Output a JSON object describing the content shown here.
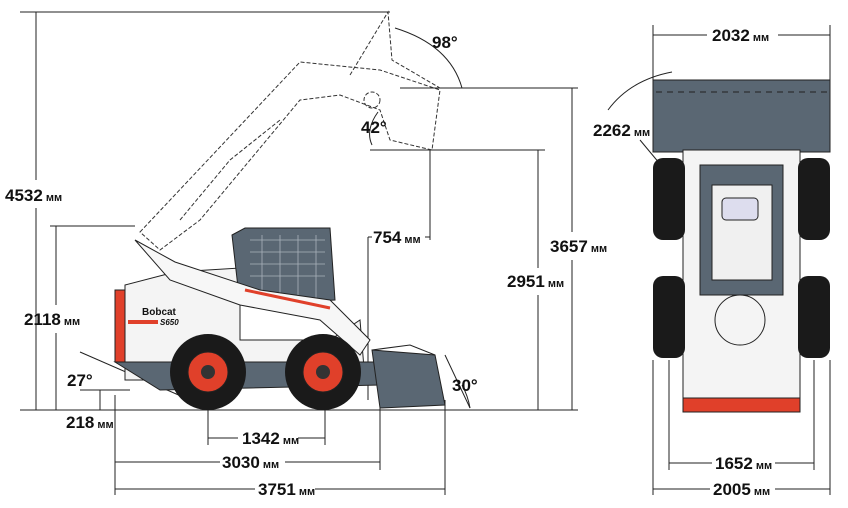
{
  "unit": "мм",
  "machine": {
    "brand": "Bobcat",
    "model": "S650"
  },
  "side_view": {
    "overall_height_raised": "4532",
    "height_to_cab_top": "2118",
    "departure_angle": "27°",
    "ground_clearance": "218",
    "wheelbase": "1342",
    "length_without_bucket": "3030",
    "length_with_bucket": "3751",
    "bucket_rollback_angle": "30°",
    "dump_reach": "754",
    "dump_height": "2951",
    "hinge_pin_height": "3657",
    "dump_angle": "42°",
    "max_rollback_raised": "98°"
  },
  "top_view": {
    "bucket_width": "2032",
    "turning_radius": "2262",
    "track_width": "1652",
    "overall_width": "2005"
  },
  "colors": {
    "body": "#5a6773",
    "accent": "#e0402a",
    "tire": "#1a1a1a"
  }
}
